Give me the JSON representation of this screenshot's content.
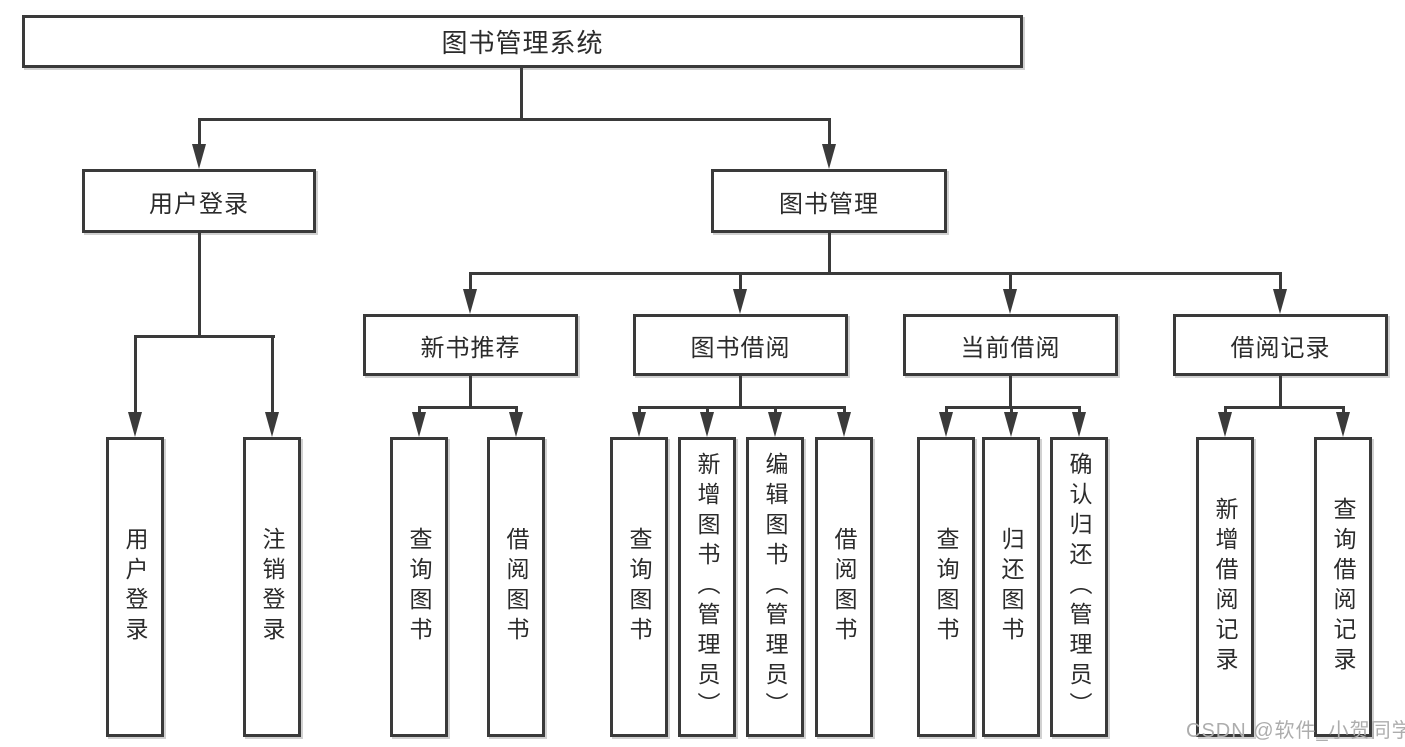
{
  "tree": {
    "label": "图书管理系统",
    "children": [
      {
        "label": "用户登录",
        "children": [
          {
            "label": "用户登录"
          },
          {
            "label": "注销登录"
          }
        ]
      },
      {
        "label": "图书管理",
        "children": [
          {
            "label": "新书推荐",
            "children": [
              {
                "label": "查询图书"
              },
              {
                "label": "借阅图书"
              }
            ]
          },
          {
            "label": "图书借阅",
            "children": [
              {
                "label": "查询图书"
              },
              {
                "label": "新增图书（管理员）"
              },
              {
                "label": "编辑图书（管理员）"
              },
              {
                "label": "借阅图书"
              }
            ]
          },
          {
            "label": "当前借阅",
            "children": [
              {
                "label": "查询图书"
              },
              {
                "label": "归还图书"
              },
              {
                "label": "确认归还（管理员）"
              }
            ]
          },
          {
            "label": "借阅记录",
            "children": [
              {
                "label": "新增借阅记录"
              },
              {
                "label": "查询借阅记录"
              }
            ]
          }
        ]
      }
    ]
  },
  "watermark": "CSDN @软件_小贺同学",
  "colors": {
    "line": "#3a3a3a",
    "text": "#2b2b2b",
    "watermark": "#adadad",
    "background": "#ffffff"
  }
}
